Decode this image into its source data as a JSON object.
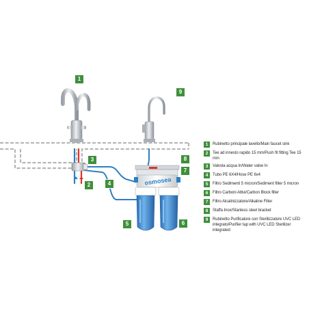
{
  "brand": {
    "label": "osmosea"
  },
  "callouts": [
    "1",
    "2",
    "3",
    "4",
    "5",
    "6",
    "7",
    "8",
    "9"
  ],
  "legend": [
    {
      "num": "1",
      "text": "Rubinetto principale lavello/Main faucet sink"
    },
    {
      "num": "2",
      "text": "Tee ad innesto rapido 15 mm/Push fit fitting Tee 15 mm"
    },
    {
      "num": "3",
      "text": "Valvola acqua In/Water valve In"
    },
    {
      "num": "4",
      "text": "Tubo PE 6X4/Hose PE 6x4"
    },
    {
      "num": "5",
      "text": "Filtro Sedimenti 5 micron/Sediment filter 5 micron"
    },
    {
      "num": "6",
      "text": "Filtro Carboni Attivi/Carbon Block filter"
    },
    {
      "num": "7",
      "text": "Filtro Alcalinizzatore/Alkaline Filter"
    },
    {
      "num": "8",
      "text": "Staffa Inox/Stanless steel bracket"
    },
    {
      "num": "9",
      "text": "Rubinetto Purificatore con Sterilizzatore UVC LED integrato/Purifier tap with UVC LED Sterilizer integrated"
    }
  ],
  "colors": {
    "badge": "#3f8f3b",
    "counter": "#b6b6b6",
    "hose_blue": "#2c7fc3",
    "hose_red": "#d9332b",
    "filter_blue": "#3f8fd6",
    "chrome": "#c9ced3"
  }
}
